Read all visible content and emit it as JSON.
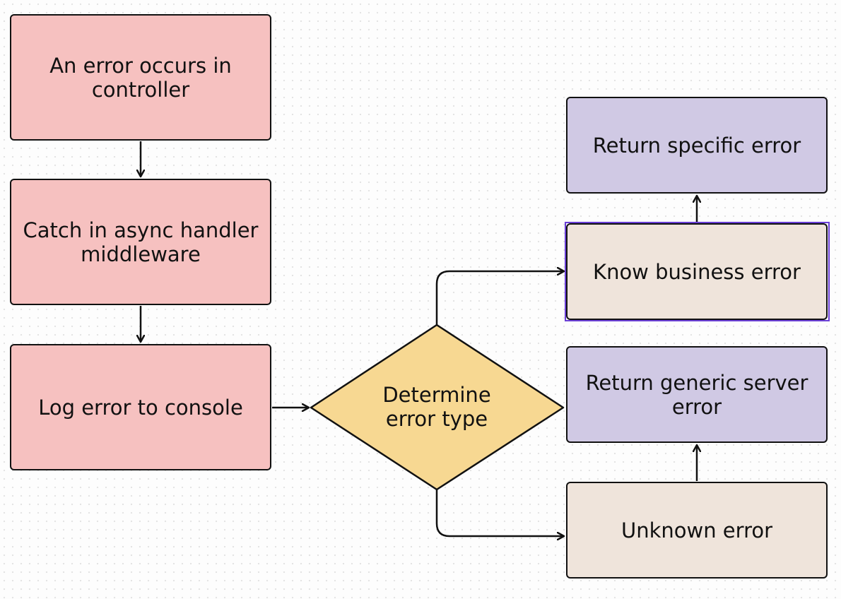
{
  "colors": {
    "process_fill": "#f6c1c0",
    "decision_fill": "#f7d892",
    "outcome_fill": "#d0c9e4",
    "case_fill": "#efe4db",
    "stroke": "#111111",
    "selection": "#6a3fd6"
  },
  "nodes": {
    "error_occurs": "An error occurs in controller",
    "catch_middleware": "Catch in async handler middleware",
    "log_console": "Log error to console",
    "determine_type": "Determine error type",
    "known_business": "Know business error",
    "return_specific": "Return specific error",
    "unknown_error": "Unknown error",
    "return_generic": "Return generic server error"
  },
  "edges": [
    {
      "from": "error_occurs",
      "to": "catch_middleware"
    },
    {
      "from": "catch_middleware",
      "to": "log_console"
    },
    {
      "from": "log_console",
      "to": "determine_type"
    },
    {
      "from": "determine_type",
      "to": "known_business"
    },
    {
      "from": "determine_type",
      "to": "unknown_error"
    },
    {
      "from": "known_business",
      "to": "return_specific"
    },
    {
      "from": "unknown_error",
      "to": "return_generic"
    }
  ]
}
